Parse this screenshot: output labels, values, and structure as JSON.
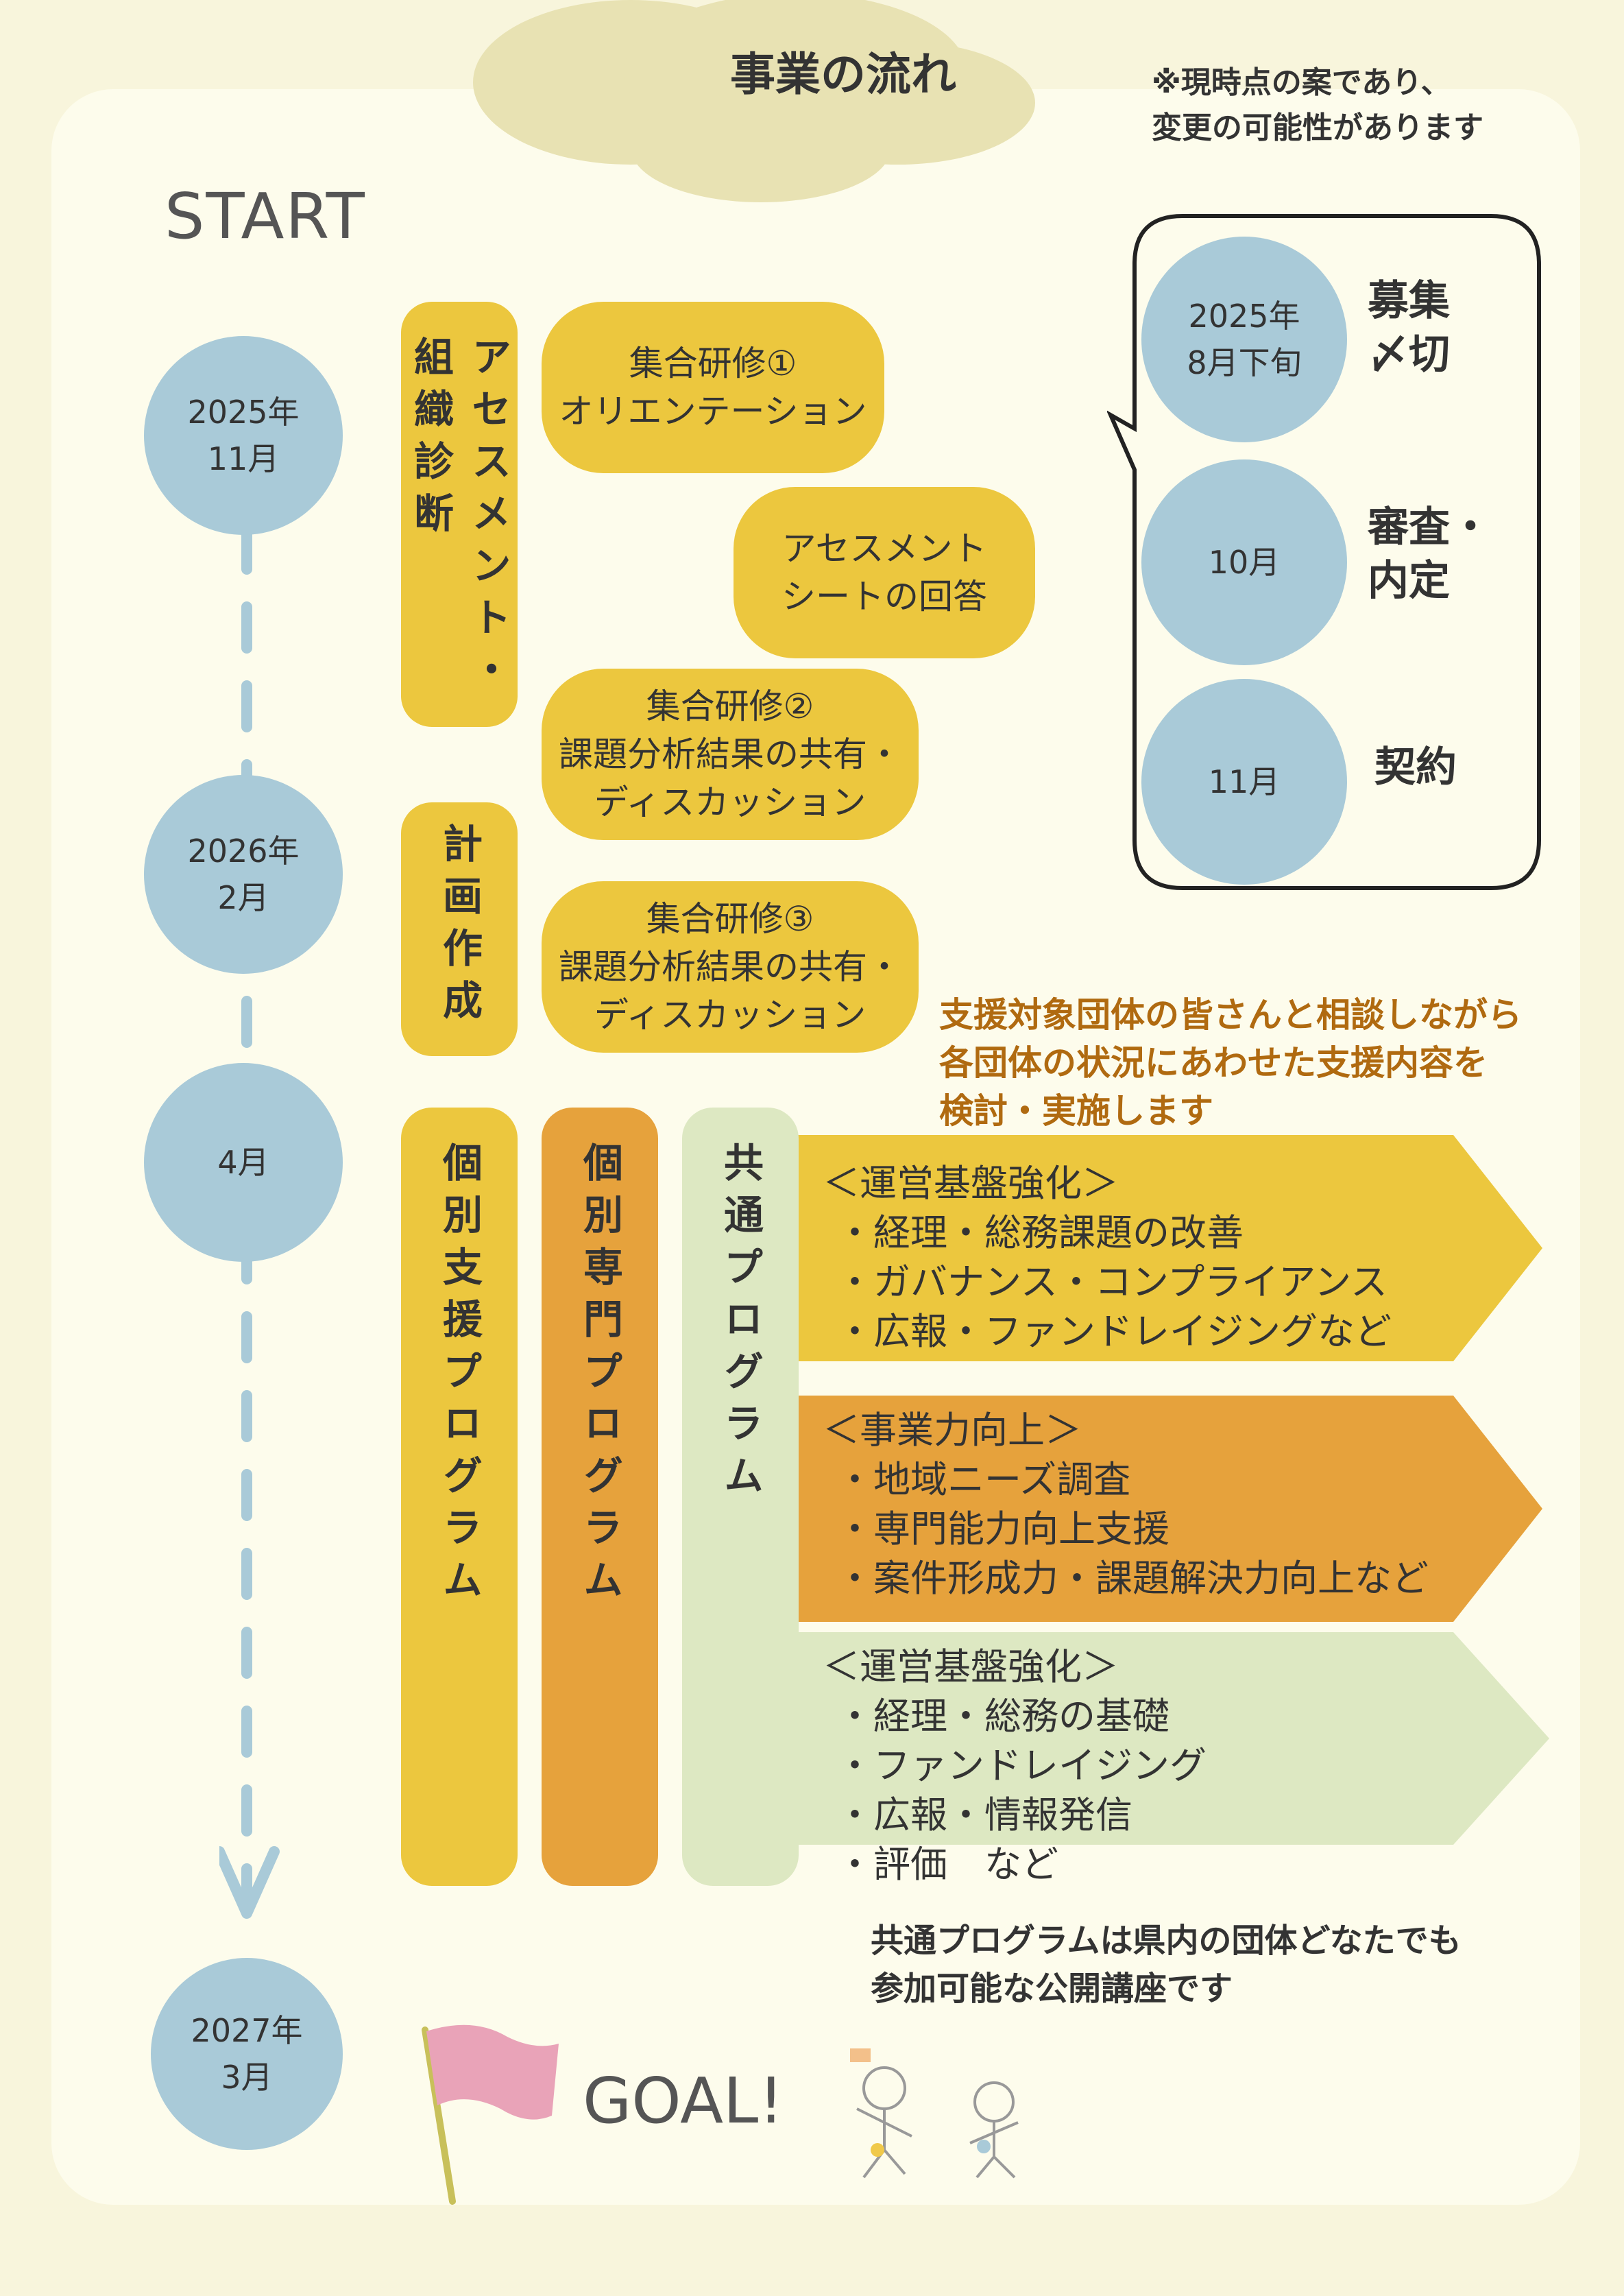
{
  "header": {
    "title": "事業の流れ",
    "note": "※現時点の案であり、\n変更の可能性があります"
  },
  "start_label": "START",
  "goal_label": "GOAL!",
  "timeline": [
    {
      "label": "2025年\n11月"
    },
    {
      "label": "2026年\n2月"
    },
    {
      "label": "4月"
    },
    {
      "label": "2027年\n3月"
    }
  ],
  "phases": {
    "assessment": "アセスメント・組織診断",
    "planning": "計画作成",
    "individual_support": "個別支援プログラム",
    "individual_specialized": "個別専門プログラム",
    "common": "共通プログラム"
  },
  "steps": {
    "training1": "集合研修①\nオリエンテーション",
    "assessment_sheet": "アセスメント\nシートの回答",
    "training2": "集合研修②\n課題分析結果の共有・\nディスカッション",
    "training3": "集合研修③\n課題分析結果の共有・\nディスカッション"
  },
  "support_note": "支援対象団体の皆さんと相談しながら\n各団体の状況にあわせた支援内容を\n検討・実施します",
  "programs": [
    {
      "heading": "＜運営基盤強化＞",
      "items": [
        "経理・総務課題の改善",
        "ガバナンス・コンプライアンス",
        "広報・ファンドレイジングなど"
      ],
      "color": "#ecc73e"
    },
    {
      "heading": "＜事業力向上＞",
      "items": [
        "地域ニーズ調査",
        "専門能力向上支援",
        "案件形成力・課題解決力向上など"
      ],
      "color": "#e6a23c"
    },
    {
      "heading": "＜運営基盤強化＞",
      "items": [
        "経理・総務の基礎",
        "ファンドレイジング",
        "広報・情報発信",
        "評価　など"
      ],
      "color": "#dde8c2"
    }
  ],
  "common_note": "共通プログラムは県内の団体どなたでも\n参加可能な公開講座です",
  "recruitment": [
    {
      "date": "2025年\n8月下旬",
      "label": "募集\n〆切"
    },
    {
      "date": "10月",
      "label": "審査・\n内定"
    },
    {
      "date": "11月",
      "label": "契約"
    }
  ],
  "colors": {
    "circle": "#a9cad8",
    "yellow": "#ecc73e",
    "orange": "#e6a23c",
    "green": "#dde8c2",
    "background": "#f8f5dc",
    "note_brown": "#b06a10",
    "flag": "#e9a3b8"
  }
}
